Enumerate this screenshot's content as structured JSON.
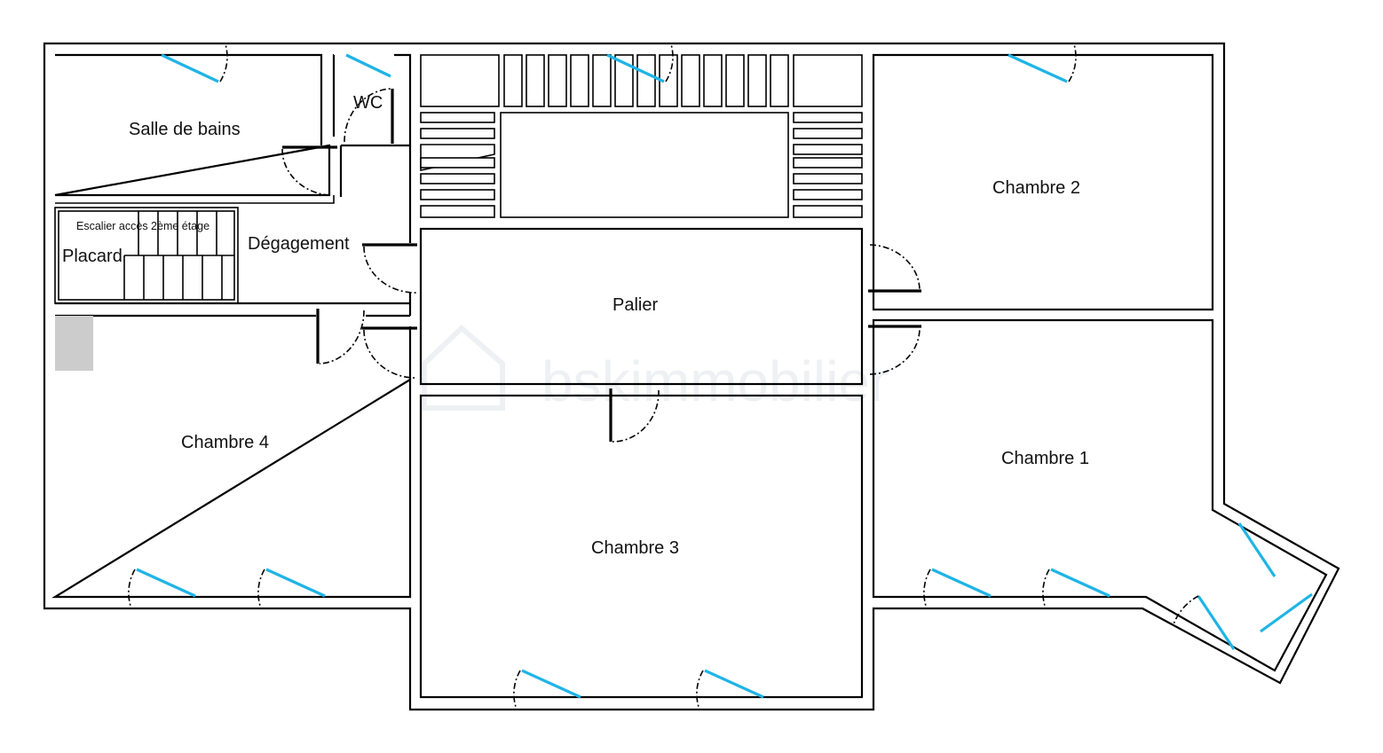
{
  "plan": {
    "rooms": {
      "salle_de_bains": "Salle de bains",
      "wc": "WC",
      "escalier": "Escalier accès 2ème étage",
      "placard": "Placard",
      "degagement": "Dégagement",
      "palier": "Palier",
      "chambre_1": "Chambre 1",
      "chambre_2": "Chambre 2",
      "chambre_3": "Chambre 3",
      "chambre_4": "Chambre 4"
    },
    "watermark": "bskimmobilier",
    "colors": {
      "walls": "#000000",
      "windows": "#1fb4e6",
      "placard_block": "#cccccc",
      "watermark": "#eef0f3"
    }
  }
}
